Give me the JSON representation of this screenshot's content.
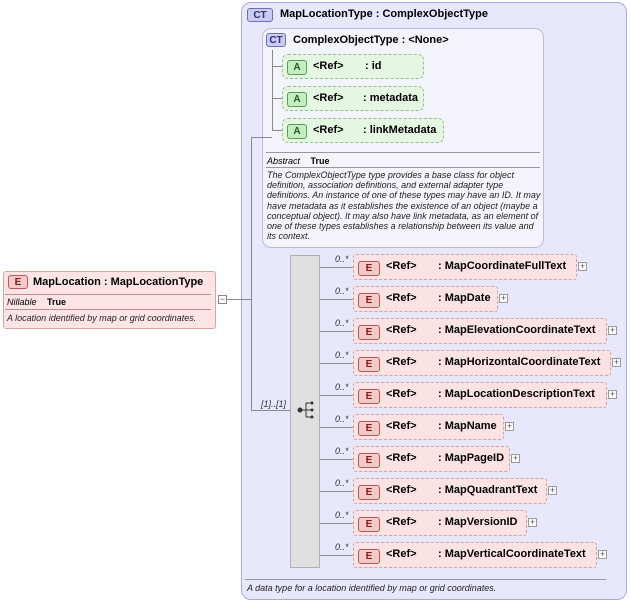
{
  "outer_type": {
    "badge": "CT",
    "title": "MapLocationType : ComplexObjectType",
    "footer": "A data type for a location identified by map or grid coordinates."
  },
  "inner_type": {
    "badge": "CT",
    "title": "ComplexObjectType : <None>",
    "abstract_label": "Abstract",
    "abstract_value": "True",
    "description": "The ComplexObjectType type provides a base class for object definition, association definitions, and external adapter type definitions. An instance of one of these types may have an ID. It may have metadata as it establishes the existence of an object (maybe a conceptual object). It may also have link metadata, as an element of one of these types establishes a relationship between its value and its context."
  },
  "attributes": [
    {
      "badge": "A",
      "ref": "<Ref>",
      "name": ": id"
    },
    {
      "badge": "A",
      "ref": "<Ref>",
      "name": ": metadata"
    },
    {
      "badge": "A",
      "ref": "<Ref>",
      "name": ": linkMetadata"
    }
  ],
  "main_element": {
    "badge": "E",
    "title": "MapLocation : MapLocationType",
    "nillable_label": "Nillable",
    "nillable_value": "True",
    "description": "A location identified by map or grid coordinates."
  },
  "sequence_multiplicity": "[1]..[1]",
  "elements": [
    {
      "mult": "0..*",
      "badge": "E",
      "ref": "<Ref>",
      "name": ": MapCoordinateFullText"
    },
    {
      "mult": "0..*",
      "badge": "E",
      "ref": "<Ref>",
      "name": ": MapDate"
    },
    {
      "mult": "0..*",
      "badge": "E",
      "ref": "<Ref>",
      "name": ": MapElevationCoordinateText"
    },
    {
      "mult": "0..*",
      "badge": "E",
      "ref": "<Ref>",
      "name": ": MapHorizontalCoordinateText"
    },
    {
      "mult": "0..*",
      "badge": "E",
      "ref": "<Ref>",
      "name": ": MapLocationDescriptionText"
    },
    {
      "mult": "0..*",
      "badge": "E",
      "ref": "<Ref>",
      "name": ": MapName"
    },
    {
      "mult": "0..*",
      "badge": "E",
      "ref": "<Ref>",
      "name": ": MapPageID"
    },
    {
      "mult": "0..*",
      "badge": "E",
      "ref": "<Ref>",
      "name": ": MapQuadrantText"
    },
    {
      "mult": "0..*",
      "badge": "E",
      "ref": "<Ref>",
      "name": ": MapVersionID"
    },
    {
      "mult": "0..*",
      "badge": "E",
      "ref": "<Ref>",
      "name": ": MapVerticalCoordinateText"
    }
  ]
}
